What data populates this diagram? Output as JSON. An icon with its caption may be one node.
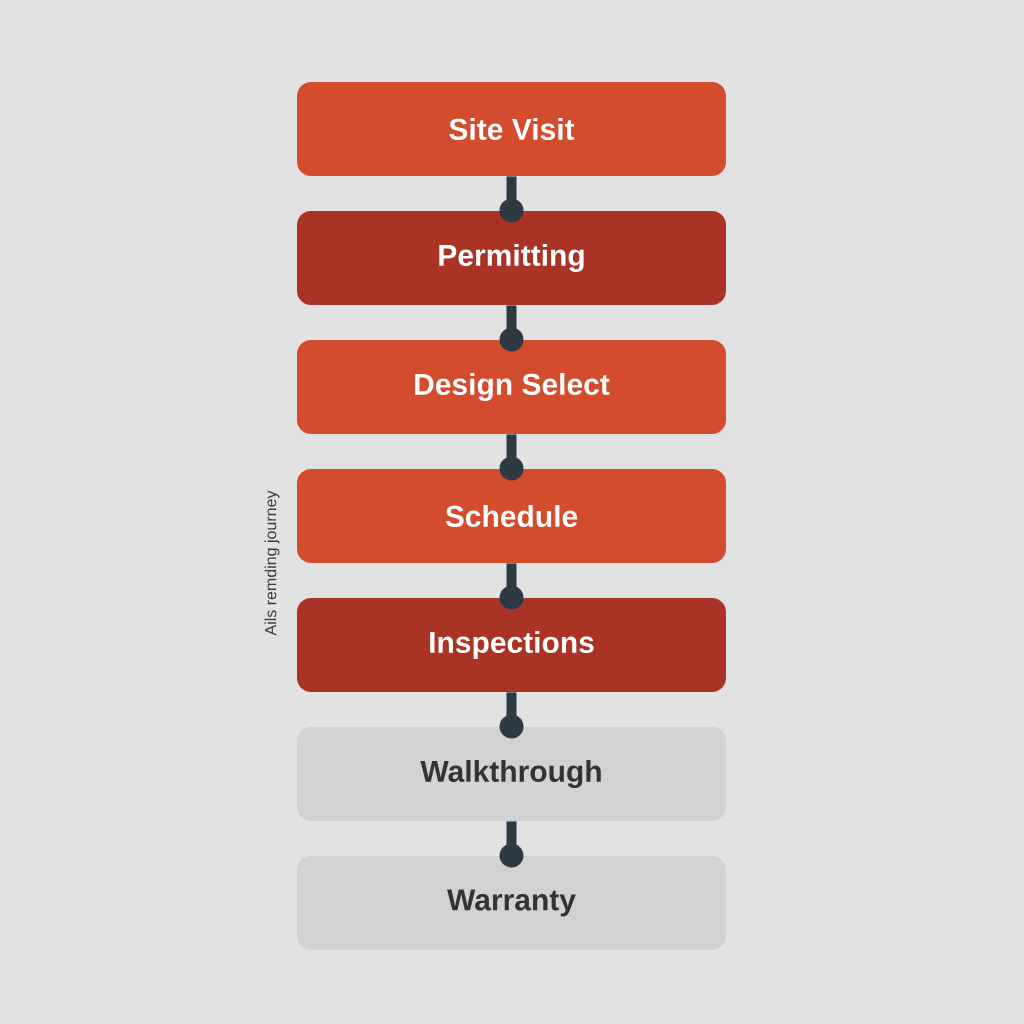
{
  "diagram": {
    "nodes": [
      {
        "text": [
          "Site Visit"
        ]
      },
      {
        "text": [
          "Permitting"
        ]
      },
      {
        "text": [
          "Design Select"
        ]
      },
      {
        "text": [
          "Schedule"
        ]
      },
      {
        "text": [
          "Inspections"
        ]
      },
      {
        "text": [
          "Walkthrough"
        ]
      },
      {
        "text": [
          "Warranty"
        ]
      }
    ],
    "edges": [
      {
        "from": 0,
        "to": 1,
        "arrow": "other"
      },
      {
        "from": 1,
        "to": 2,
        "arrow": "other"
      },
      {
        "from": 2,
        "to": 3,
        "arrow": "other"
      },
      {
        "from": 3,
        "to": 4,
        "arrow": "other"
      },
      {
        "from": 4,
        "to": 5,
        "arrow": "other"
      },
      {
        "from": 5,
        "to": 6,
        "arrow": "other"
      }
    ],
    "labels": [
      "Ails remding journey"
    ]
  }
}
